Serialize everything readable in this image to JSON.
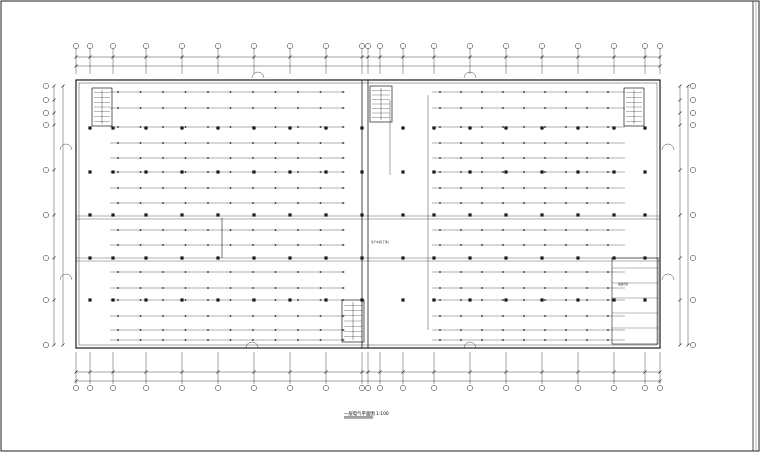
{
  "drawing": {
    "title": "一层电气平面图",
    "scale": "1:100",
    "area_label_center": "生产车间(丁类)",
    "area_label_right": "成品仓库"
  },
  "colors": {
    "line": "#1a1a1a",
    "paper": "#ffffff"
  }
}
